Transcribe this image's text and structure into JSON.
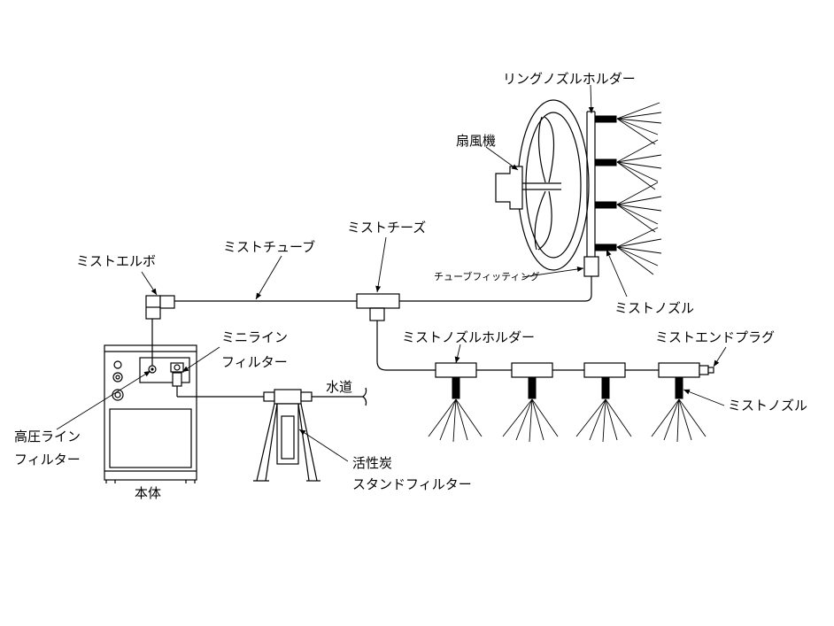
{
  "labels": {
    "ring_nozzle_holder": "リングノズルホルダー",
    "fan": "扇風機",
    "mist_elbow": "ミストエルボ",
    "mist_tube": "ミストチューブ",
    "mist_tee": "ミストチーズ",
    "tube_fitting": "チューブフィッティング",
    "mist_nozzle_ring": "ミストノズル",
    "mini_line_filter_1": "ミニライン",
    "mini_line_filter_2": "フィルター",
    "mist_nozzle_holder": "ミストノズルホルダー",
    "mist_end_plug": "ミストエンドプラグ",
    "water_supply": "水道",
    "mist_nozzle_line": "ミストノズル",
    "high_pressure_filter_1": "高圧ライン",
    "high_pressure_filter_2": "フィルター",
    "main_unit": "本体",
    "carbon_filter_1": "活性炭",
    "carbon_filter_2": "スタンドフィルター"
  }
}
